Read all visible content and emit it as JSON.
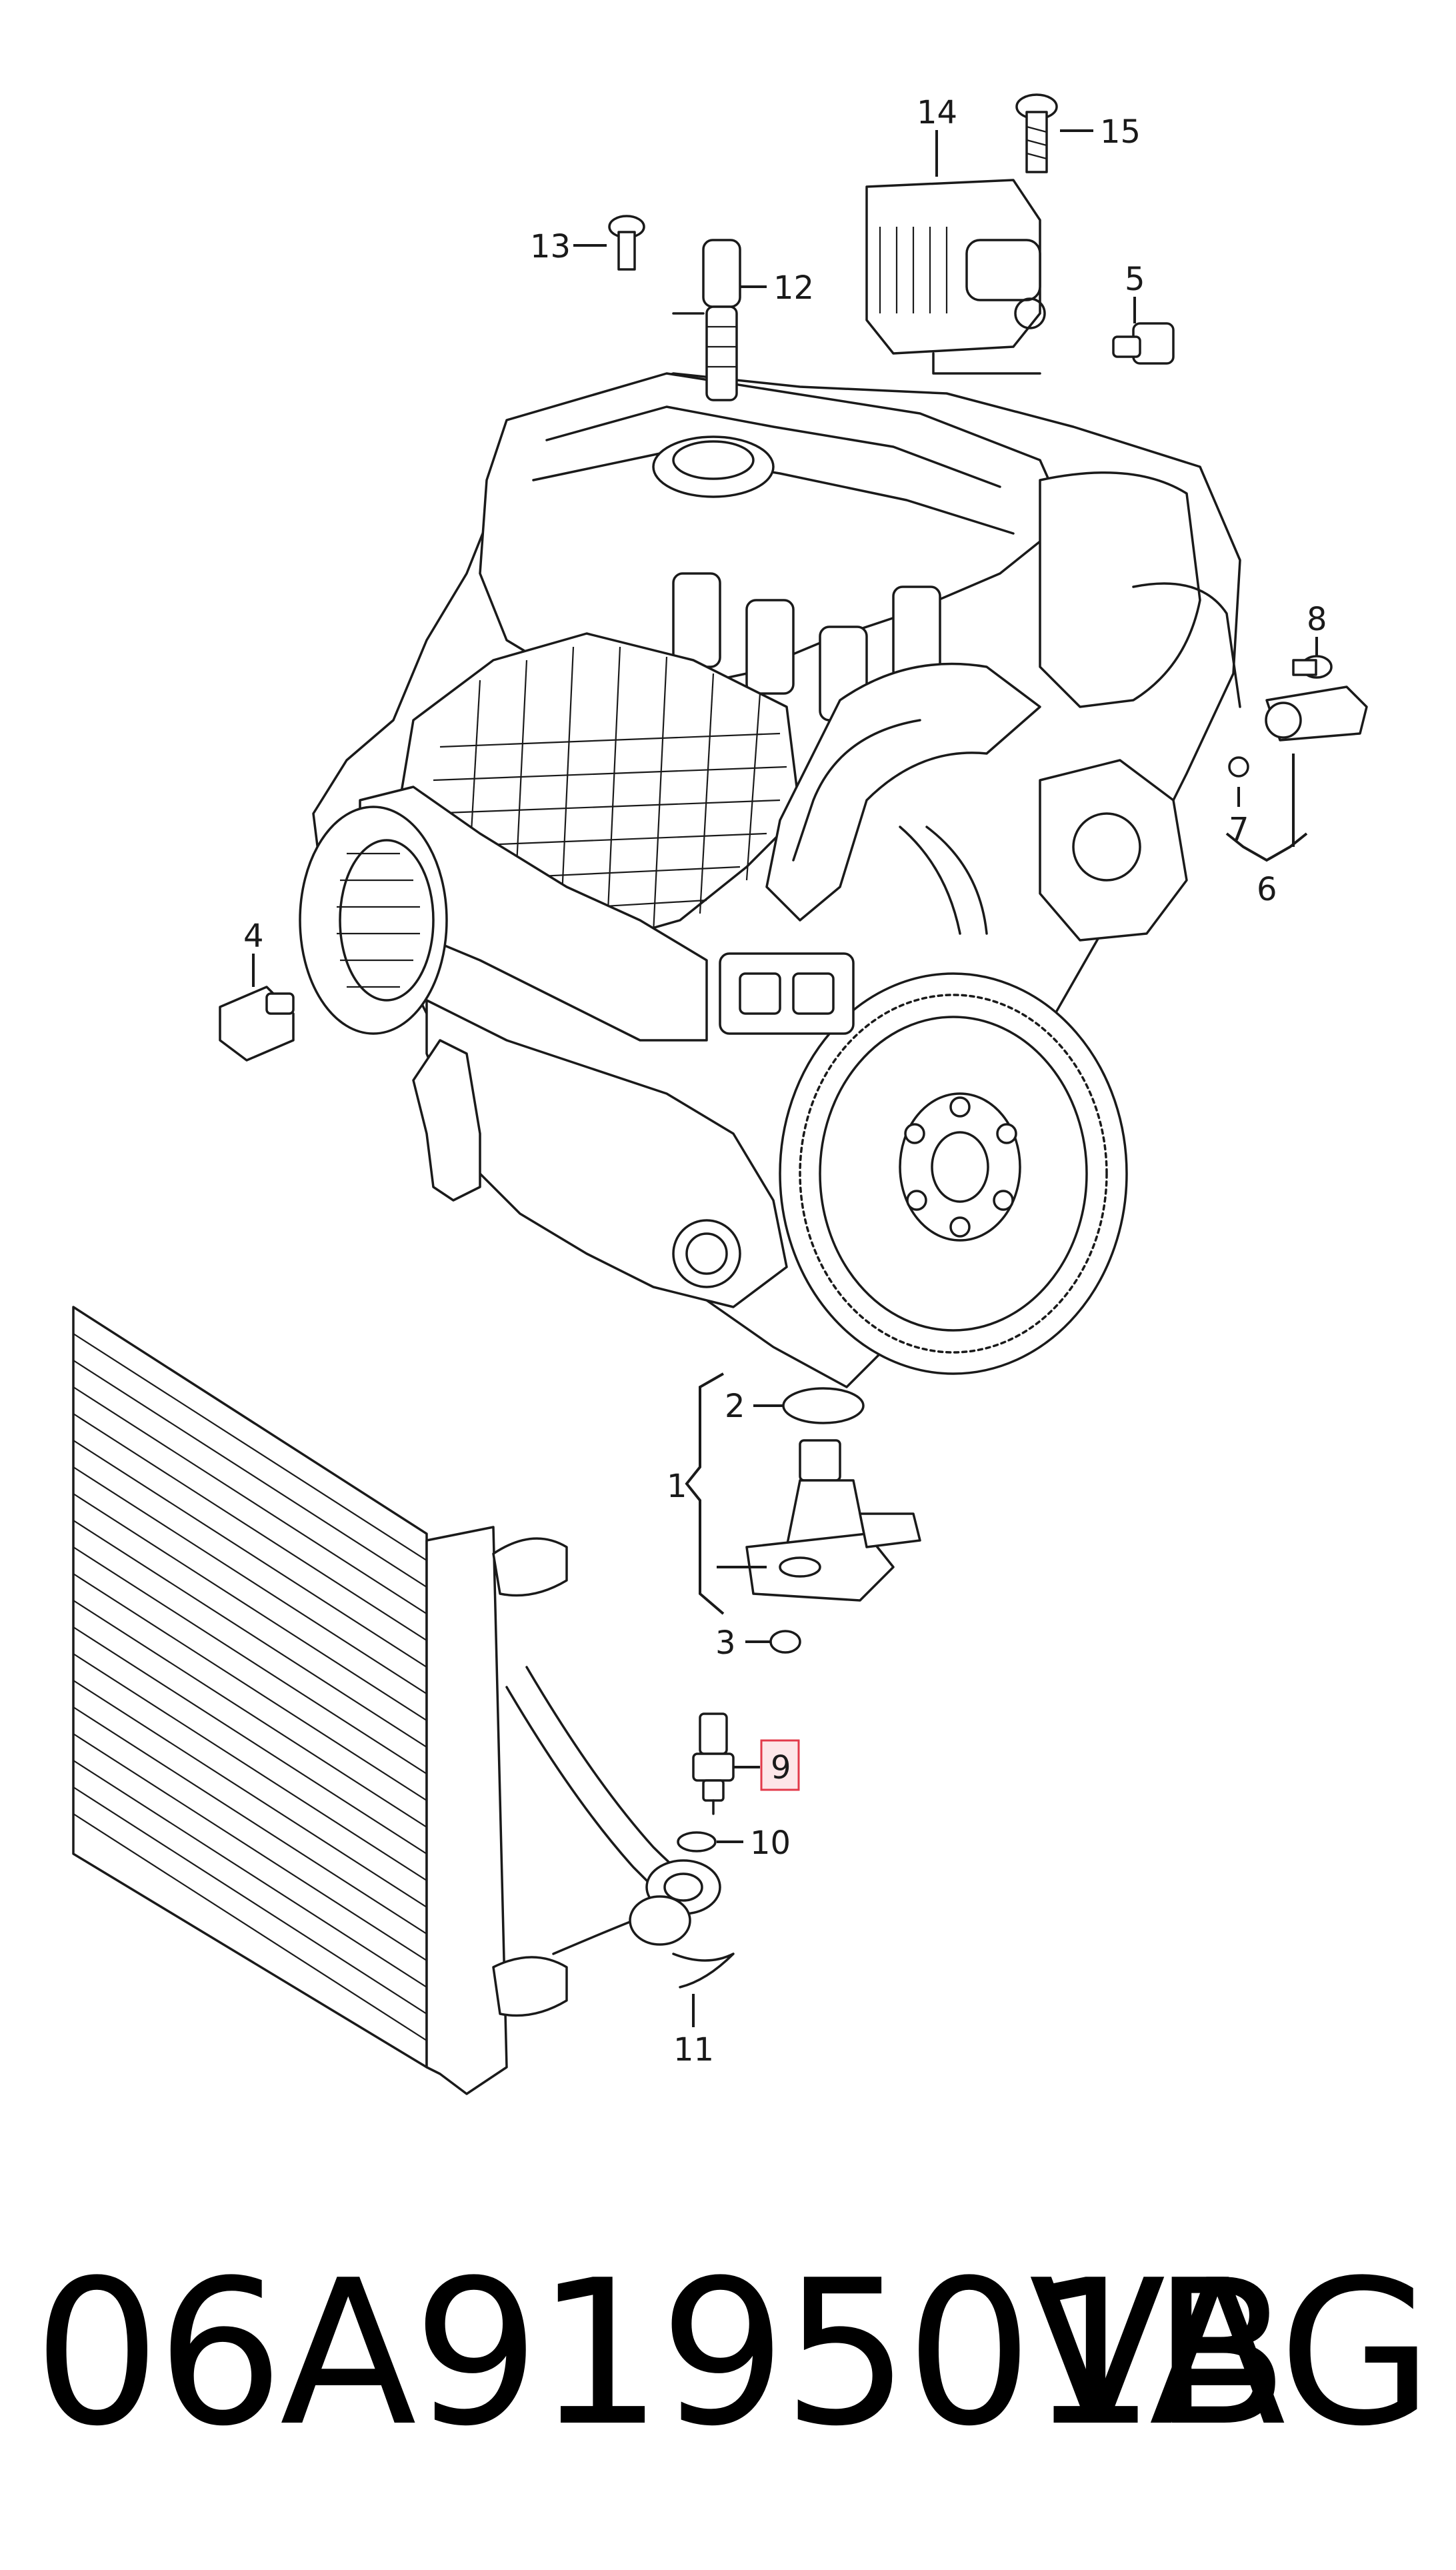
{
  "callouts": {
    "c1": "1",
    "c2": "2",
    "c3": "3",
    "c4": "4",
    "c5": "5",
    "c6": "6",
    "c7": "7",
    "c8": "8",
    "c9": "9",
    "c10": "10",
    "c11": "11",
    "c12": "12",
    "c13": "13",
    "c14": "14",
    "c15": "15"
  },
  "highlighted_callout": "9",
  "highlight_color": "#e23a4a",
  "highlight_fill": "#fde6e8",
  "footer": {
    "part_number": "06A919501B",
    "brand": "VAG"
  }
}
